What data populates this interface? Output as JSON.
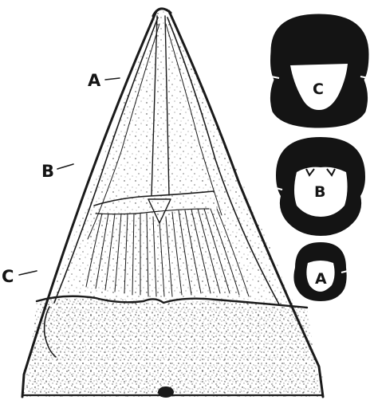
{
  "figure": {
    "section_labels": {
      "a": "A",
      "b": "B",
      "c": "C"
    },
    "cross_sections": [
      {
        "label": "C"
      },
      {
        "label": "B"
      },
      {
        "label": "A"
      }
    ]
  }
}
